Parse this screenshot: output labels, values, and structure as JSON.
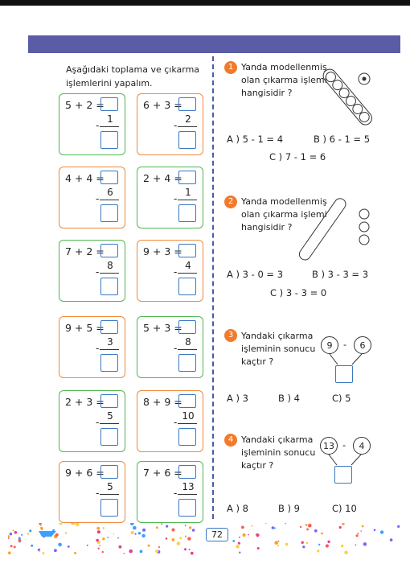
{
  "instruction": {
    "line1": "Aşağıdaki toplama ve çıkarma",
    "line2": "işlemlerini yapalım."
  },
  "cards": [
    {
      "eq": "5 + 2 =",
      "sub": "1"
    },
    {
      "eq": "6 + 3 =",
      "sub": "2"
    },
    {
      "eq": "4 + 4 =",
      "sub": "6"
    },
    {
      "eq": "2 + 4 =",
      "sub": "1"
    },
    {
      "eq": "7 + 2 =",
      "sub": "8"
    },
    {
      "eq": "9 + 3 =",
      "sub": "4"
    },
    {
      "eq": "9 + 5 =",
      "sub": "3"
    },
    {
      "eq": "5 + 3 =",
      "sub": "8"
    },
    {
      "eq": "2 + 3 =",
      "sub": "5"
    },
    {
      "eq": "8 + 9 =",
      "sub": "10"
    },
    {
      "eq": "9 + 6 =",
      "sub": "5"
    },
    {
      "eq": "7 + 6 =",
      "sub": "13"
    }
  ],
  "q1": {
    "num": "1",
    "l1": "Yanda modellenmiş",
    "l2": "olan çıkarma işlemi",
    "l3": "hangisidir ?",
    "a": "A ) 5 - 1 = 4",
    "b": "B ) 6 - 1 = 5",
    "c": "C ) 7 - 1 = 6"
  },
  "q2": {
    "num": "2",
    "l1": "Yanda modellenmiş",
    "l2": "olan çıkarma işlemi",
    "l3": "hangisidir ?",
    "a": "A ) 3 - 0 = 3",
    "b": "B ) 3 - 3 = 3",
    "c": "C ) 3 - 3 = 0"
  },
  "q3": {
    "num": "3",
    "l1": "Yandaki  çıkarma",
    "l2": "işleminin sonucu",
    "l3": "kaçtır ?",
    "left": "9",
    "minus": "-",
    "right": "6",
    "a": "A ) 3",
    "b": "B ) 4",
    "c": "C) 5"
  },
  "q4": {
    "num": "4",
    "l1": "Yandaki  çıkarma",
    "l2": "işleminin sonucu",
    "l3": "kaçtır ?",
    "left": "13",
    "minus": "-",
    "right": "4",
    "a": "A ) 8",
    "b": "B ) 9",
    "c": "C) 10"
  },
  "page_number": "72"
}
